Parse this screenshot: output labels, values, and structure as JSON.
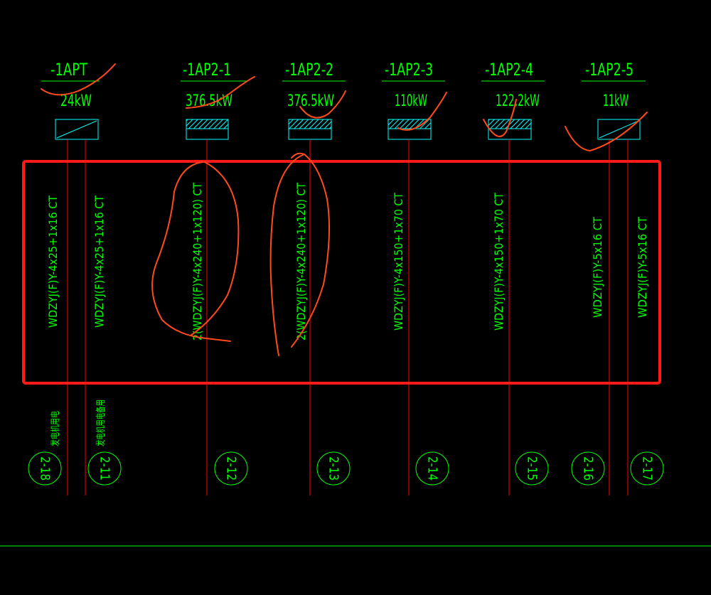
{
  "colors": {
    "background": "#000000",
    "cad_text": "#00FF00",
    "wire": "#FF0000",
    "box": "#00FFFF",
    "annotation": "#FF4A1C",
    "highlight_rect": "#FF1A1A"
  },
  "panels": [
    {
      "name": "-1APT",
      "power": "24kW",
      "box": "diagonal"
    },
    {
      "name": "-1AP2-1",
      "power": "376.5kW",
      "box": "hatched"
    },
    {
      "name": "-1AP2-2",
      "power": "376.5kW",
      "box": "hatched"
    },
    {
      "name": "-1AP2-3",
      "power": "110kW",
      "box": "hatched"
    },
    {
      "name": "-1AP2-4",
      "power": "122.2kW",
      "box": "hatched"
    },
    {
      "name": "-1AP2-5",
      "power": "11kW",
      "box": "diagonal"
    }
  ],
  "circuits": [
    {
      "cable": "WDZYJ(F)Y-4x25+1x16 CT",
      "note": "发电机用电",
      "tag": "2-18"
    },
    {
      "cable": "WDZYJ(F)Y-4x25+1x16 CT",
      "note": "发电机用电备用",
      "tag": "2-11"
    },
    {
      "cable": "2(WDZYJ(F)Y-4x240+1x120) CT",
      "note": "",
      "tag": "2-12"
    },
    {
      "cable": "2(WDZYJ(F)Y-4x240+1x120) CT",
      "note": "",
      "tag": "2-13"
    },
    {
      "cable": "WDZYJ(F)Y-4x150+1x70 CT",
      "note": "",
      "tag": "2-14"
    },
    {
      "cable": "WDZYJ(F)Y-4x150+1x70 CT",
      "note": "",
      "tag": "2-15"
    },
    {
      "cable": "WDZYJ(F)Y-5x16 CT",
      "note": "",
      "tag": "2-16"
    },
    {
      "cable": "WDZYJ(F)Y-5x16 CT",
      "note": "",
      "tag": "2-17"
    }
  ]
}
